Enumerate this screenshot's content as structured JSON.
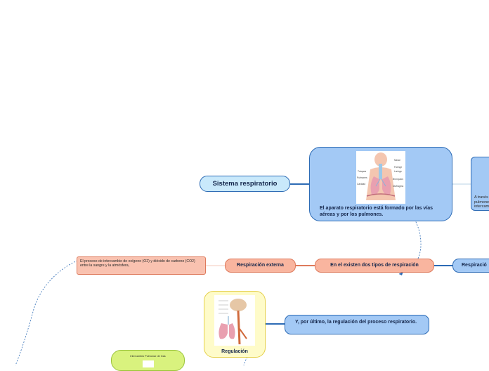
{
  "nodes": {
    "sistema": "Sistema respiratorio",
    "aparato": "El aparato respiratorio está formado por las vías aéreas y por los pulmones.",
    "tipos": "En el existen dos tipos de respiración",
    "externa": "Respiración externa",
    "interna_partial": "Respiració",
    "externa_desc": "El proceso de intercambio de oxígeno (O2) y dióxido de carbono (CO2) entre la sangre y la atmósfera,",
    "regulacion": "Regulación",
    "regulacion_desc": "Y, por último, la regulación del proceso respiratorio.",
    "right_partial": [
      "A través",
      "pulmone",
      "intercam"
    ],
    "green_partial": "Intercambio Pulmonar de Gas"
  },
  "anatomy_labels": {
    "nasal": "Nasal",
    "faringe": "Faringe",
    "laringe": "Laringe",
    "traquea": "Tráquea",
    "pulmones": "Pulmones",
    "bronquios": "Bronquios",
    "diafragma": "Diafragma",
    "cavidad": "Cavidad"
  },
  "colors": {
    "blue_node": "#a3c9f5",
    "light_blue_node": "#c9e9fb",
    "salmon_node": "#f9b59f",
    "yellow_node": "#fefbc9",
    "green_node": "#d9f27e",
    "blue_link": "#2d6bb5",
    "salmon_link": "#de7a5c"
  }
}
